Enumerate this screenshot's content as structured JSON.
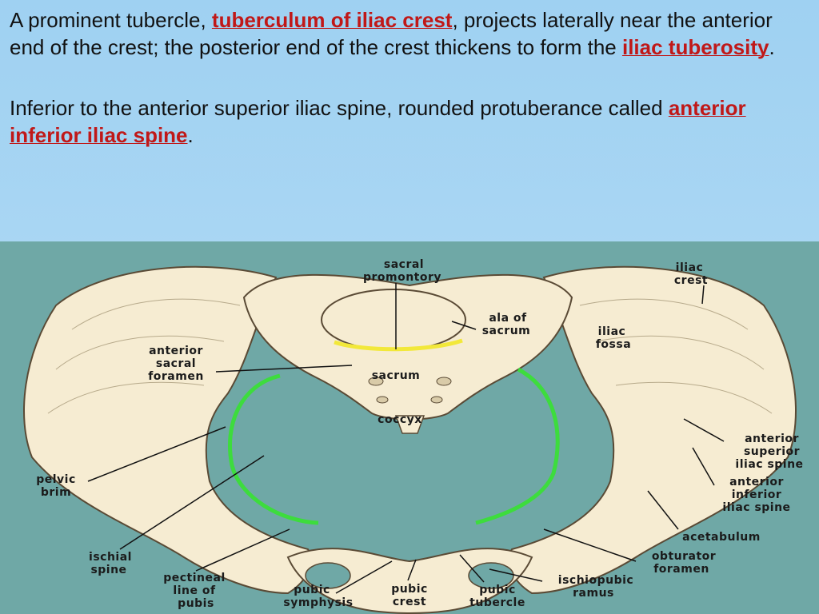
{
  "text": {
    "para1": {
      "part1": "A prominent tubercle, ",
      "term1": "tuberculum of iliac crest",
      "part2": ", projects laterally near the anterior end of the crest; the posterior end of the crest thickens to form the ",
      "term2": "iliac tuberosity",
      "part3": "."
    },
    "para2": {
      "part1": "Inferior to the anterior superior iliac spine, rounded protuberance called ",
      "term1": "anterior inferior iliac spine",
      "part2": "."
    }
  },
  "figure": {
    "labels": {
      "sacral_promontory_1": "sacral",
      "sacral_promontory_2": "promontory",
      "iliac_crest_1": "iliac",
      "iliac_crest_2": "crest",
      "ala_of_sacrum_1": "ala of",
      "ala_of_sacrum_2": "sacrum",
      "iliac_fossa_1": "iliac",
      "iliac_fossa_2": "fossa",
      "anterior_sacral_foramen_1": "anterior",
      "anterior_sacral_foramen_2": "sacral",
      "anterior_sacral_foramen_3": "foramen",
      "sacrum": "sacrum",
      "coccyx": "coccyx",
      "asis_1": "anterior",
      "asis_2": "superior",
      "asis_3": "iliac spine",
      "pelvic_brim_1": "pelvic",
      "pelvic_brim_2": "brim",
      "aiis_1": "anterior",
      "aiis_2": "inferior",
      "aiis_3": "iliac spine",
      "acetabulum": "acetabulum",
      "ischial_spine_1": "ischial",
      "ischial_spine_2": "spine",
      "obturator_foramen_1": "obturator",
      "obturator_foramen_2": "foramen",
      "pectineal_line_1": "pectineal",
      "pectineal_line_2": "line of",
      "pectineal_line_3": "pubis",
      "pubic_symphysis_1": "pubic",
      "pubic_symphysis_2": "symphysis",
      "pubic_crest_1": "pubic",
      "pubic_crest_2": "crest",
      "pubic_tubercle_1": "pubic",
      "pubic_tubercle_2": "tubercle",
      "ischiopubic_ramus_1": "ischiopubic",
      "ischiopubic_ramus_2": "ramus"
    },
    "colors": {
      "background": "#6fa8a6",
      "bone": "#f6ecd2",
      "pelvic_brim_highlight": "#3ddc3d",
      "promontory_highlight": "#f2e83a",
      "term_highlight": "#c01818"
    }
  }
}
